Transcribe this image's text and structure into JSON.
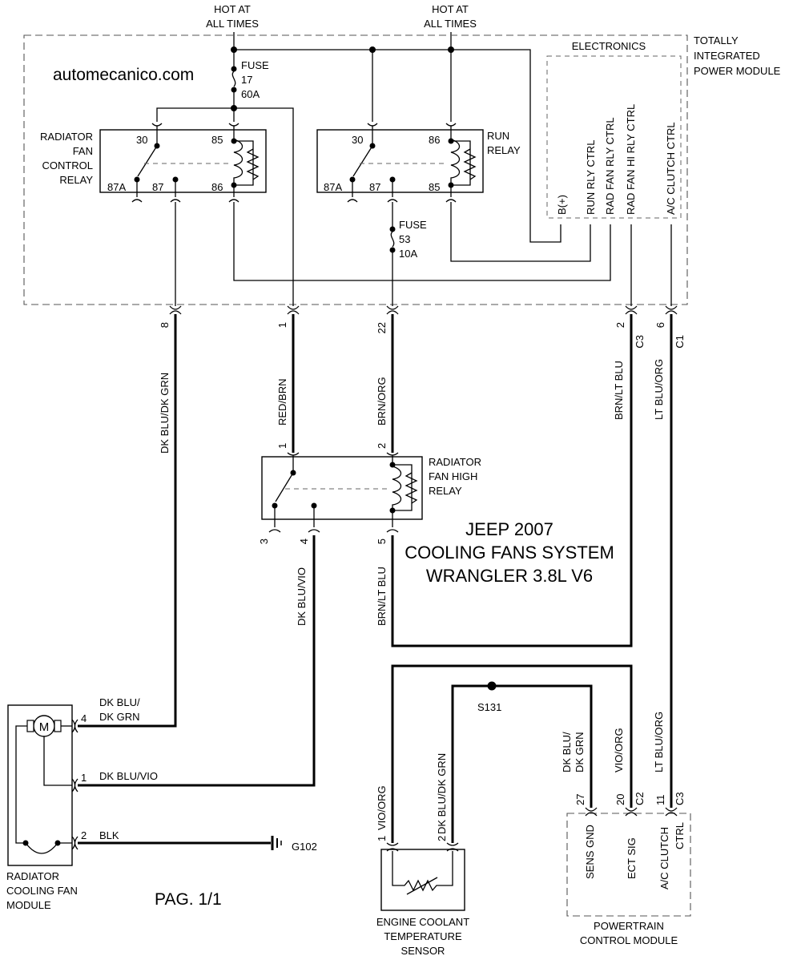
{
  "hot_left": [
    "HOT AT",
    "ALL TIMES"
  ],
  "hot_right": [
    "HOT AT",
    "ALL TIMES"
  ],
  "watermark": "automecanico.com",
  "tipm": {
    "title": [
      "TOTALLY",
      "INTEGRATED",
      "POWER MODULE"
    ],
    "electronics": "ELECTRONICS",
    "controls": [
      "B(+)",
      "RUN RLY CTRL",
      "RAD FAN RLY CTRL",
      "RAD FAN HI RLY CTRL",
      "A/C CLUTCH CTRL"
    ],
    "fuse17": [
      "FUSE",
      "17",
      "60A"
    ],
    "fuse53": [
      "FUSE",
      "53",
      "10A"
    ],
    "fan_relay": {
      "label": [
        "RADIATOR",
        "FAN",
        "CONTROL",
        "RELAY"
      ],
      "pins": [
        "30",
        "85",
        "87A",
        "87",
        "86"
      ]
    },
    "run_relay": {
      "label": [
        "RUN",
        "RELAY"
      ],
      "pins": [
        "30",
        "86",
        "87A",
        "87",
        "85"
      ]
    },
    "pins": [
      "8",
      "1",
      "22",
      "2",
      "6"
    ],
    "connectors": [
      "C3",
      "C1"
    ]
  },
  "wires": {
    "w8": "DK BLU/DK GRN",
    "w1": "RED/BRN",
    "w22": "BRN/ORG",
    "w2c3": "BRN/LT BLU",
    "w6c1": "LT BLU/ORG",
    "w4": "DK BLU/VIO",
    "w5": "BRN/LT BLU"
  },
  "high_relay": {
    "label": [
      "RADIATOR",
      "FAN HIGH",
      "RELAY"
    ],
    "pins": [
      "1",
      "2",
      "3",
      "4",
      "5"
    ]
  },
  "title": [
    "JEEP 2007",
    "COOLING FANS SYSTEM",
    "WRANGLER 3.8L V6"
  ],
  "fan_module": {
    "motor": "M",
    "label": [
      "RADIATOR",
      "COOLING FAN",
      "MODULE"
    ],
    "pins": [
      "4",
      "1",
      "2"
    ],
    "wires": [
      "DK BLU/",
      "DK GRN",
      "DK BLU/VIO",
      "BLK"
    ],
    "ground": "G102"
  },
  "page": "PAG. 1/1",
  "splice": "S131",
  "sensor": {
    "label": [
      "ENGINE COOLANT",
      "TEMPERATURE",
      "SENSOR"
    ],
    "pins": [
      "1",
      "2"
    ],
    "wires": [
      "VIO/ORG",
      "DK BLU/DK GRN"
    ]
  },
  "pcm": {
    "label": [
      "POWERTRAIN",
      "CONTROL MODULE"
    ],
    "pin_labels": [
      "SENS GND",
      "ECT SIG",
      "A/C CLUTCH",
      "CTRL"
    ],
    "pins": [
      "27",
      "20",
      "11"
    ],
    "connectors": [
      "C2",
      "C3"
    ],
    "wires": [
      "DK BLU/",
      "DK GRN",
      "VIO/ORG",
      "LT BLU/ORG"
    ]
  }
}
